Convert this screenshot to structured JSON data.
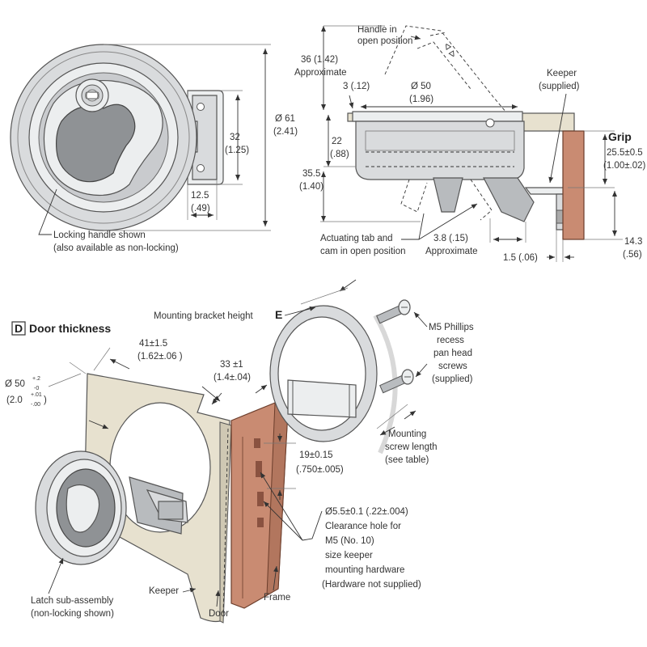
{
  "view_top_left": {
    "dia_outer": "Ø 61",
    "dia_outer_in": "(2.41)",
    "width_32": "32",
    "width_32_in": "(1.25)",
    "width_12": "12.5",
    "width_12_in": "(.49)",
    "caption_line1": "Locking handle shown",
    "caption_line2": "(also available as non-locking)"
  },
  "view_side": {
    "handle_open_line1": "Handle in",
    "handle_open_line2": "open position",
    "approx36": "36 (1.42)",
    "approx36_word": "Approximate",
    "dim_3": "3 (.12)",
    "dia_50": "Ø 50",
    "dia_50_in": "(1.96)",
    "dim_22": "22",
    "dim_22_in": "(.88)",
    "dim_355": "35.5",
    "dim_355_in": "(1.40)",
    "keeper_line1": "Keeper",
    "keeper_line2": "(supplied)",
    "grip_title": "Grip",
    "grip_value": "25.5±0.5",
    "grip_value_in": "(1.00±.02)",
    "dim_143": "14.3",
    "dim_143_in": "(.56)",
    "actuating_line1": "Actuating tab and",
    "actuating_line2": "cam in open position",
    "dim_38": "3.8 (.15)",
    "dim_38_word": "Approximate",
    "dim_15": "1.5 (.06)"
  },
  "view_exploded": {
    "badge": "D",
    "title": "Door thickness",
    "bracket_label": "Mounting bracket height",
    "bracket_letter": "E",
    "dim_41": "41±1.5",
    "dim_41_in": "(1.62±.06 )",
    "dim_33": "33 ±1",
    "dim_33_in": "(1.4±.04)",
    "dia_50_main": "Ø 50",
    "dia_50_tol_up": "+.2",
    "dia_50_tol_dn": "-0",
    "dia_50_in": "(2.0",
    "dia_50_in_tol_up": "+.01",
    "dia_50_in_tol_dn": "-.00",
    "dia_50_in_close": ")",
    "screws_line1": "M5 Phillips",
    "screws_line2": "recess",
    "screws_line3": "pan head",
    "screws_line4": "screws",
    "screws_line5": "(supplied)",
    "mount_len_line1": "Mounting",
    "mount_len_line2": "screw length",
    "mount_len_line3": "(see table)",
    "dim_19": "19±0.15",
    "dim_19_in": "(.750±.005)",
    "clear_line1": "Ø5.5±0.1 (.22±.004)",
    "clear_line2": "Clearance hole for",
    "clear_line3": "M5 (No. 10)",
    "clear_line4": "size keeper",
    "clear_line5": "mounting hardware",
    "clear_line6": "(Hardware not supplied)",
    "latch_line1": "Latch sub-assembly",
    "latch_line2": "(non-locking shown)",
    "keeper": "Keeper",
    "door": "Door",
    "frame": "Frame"
  }
}
